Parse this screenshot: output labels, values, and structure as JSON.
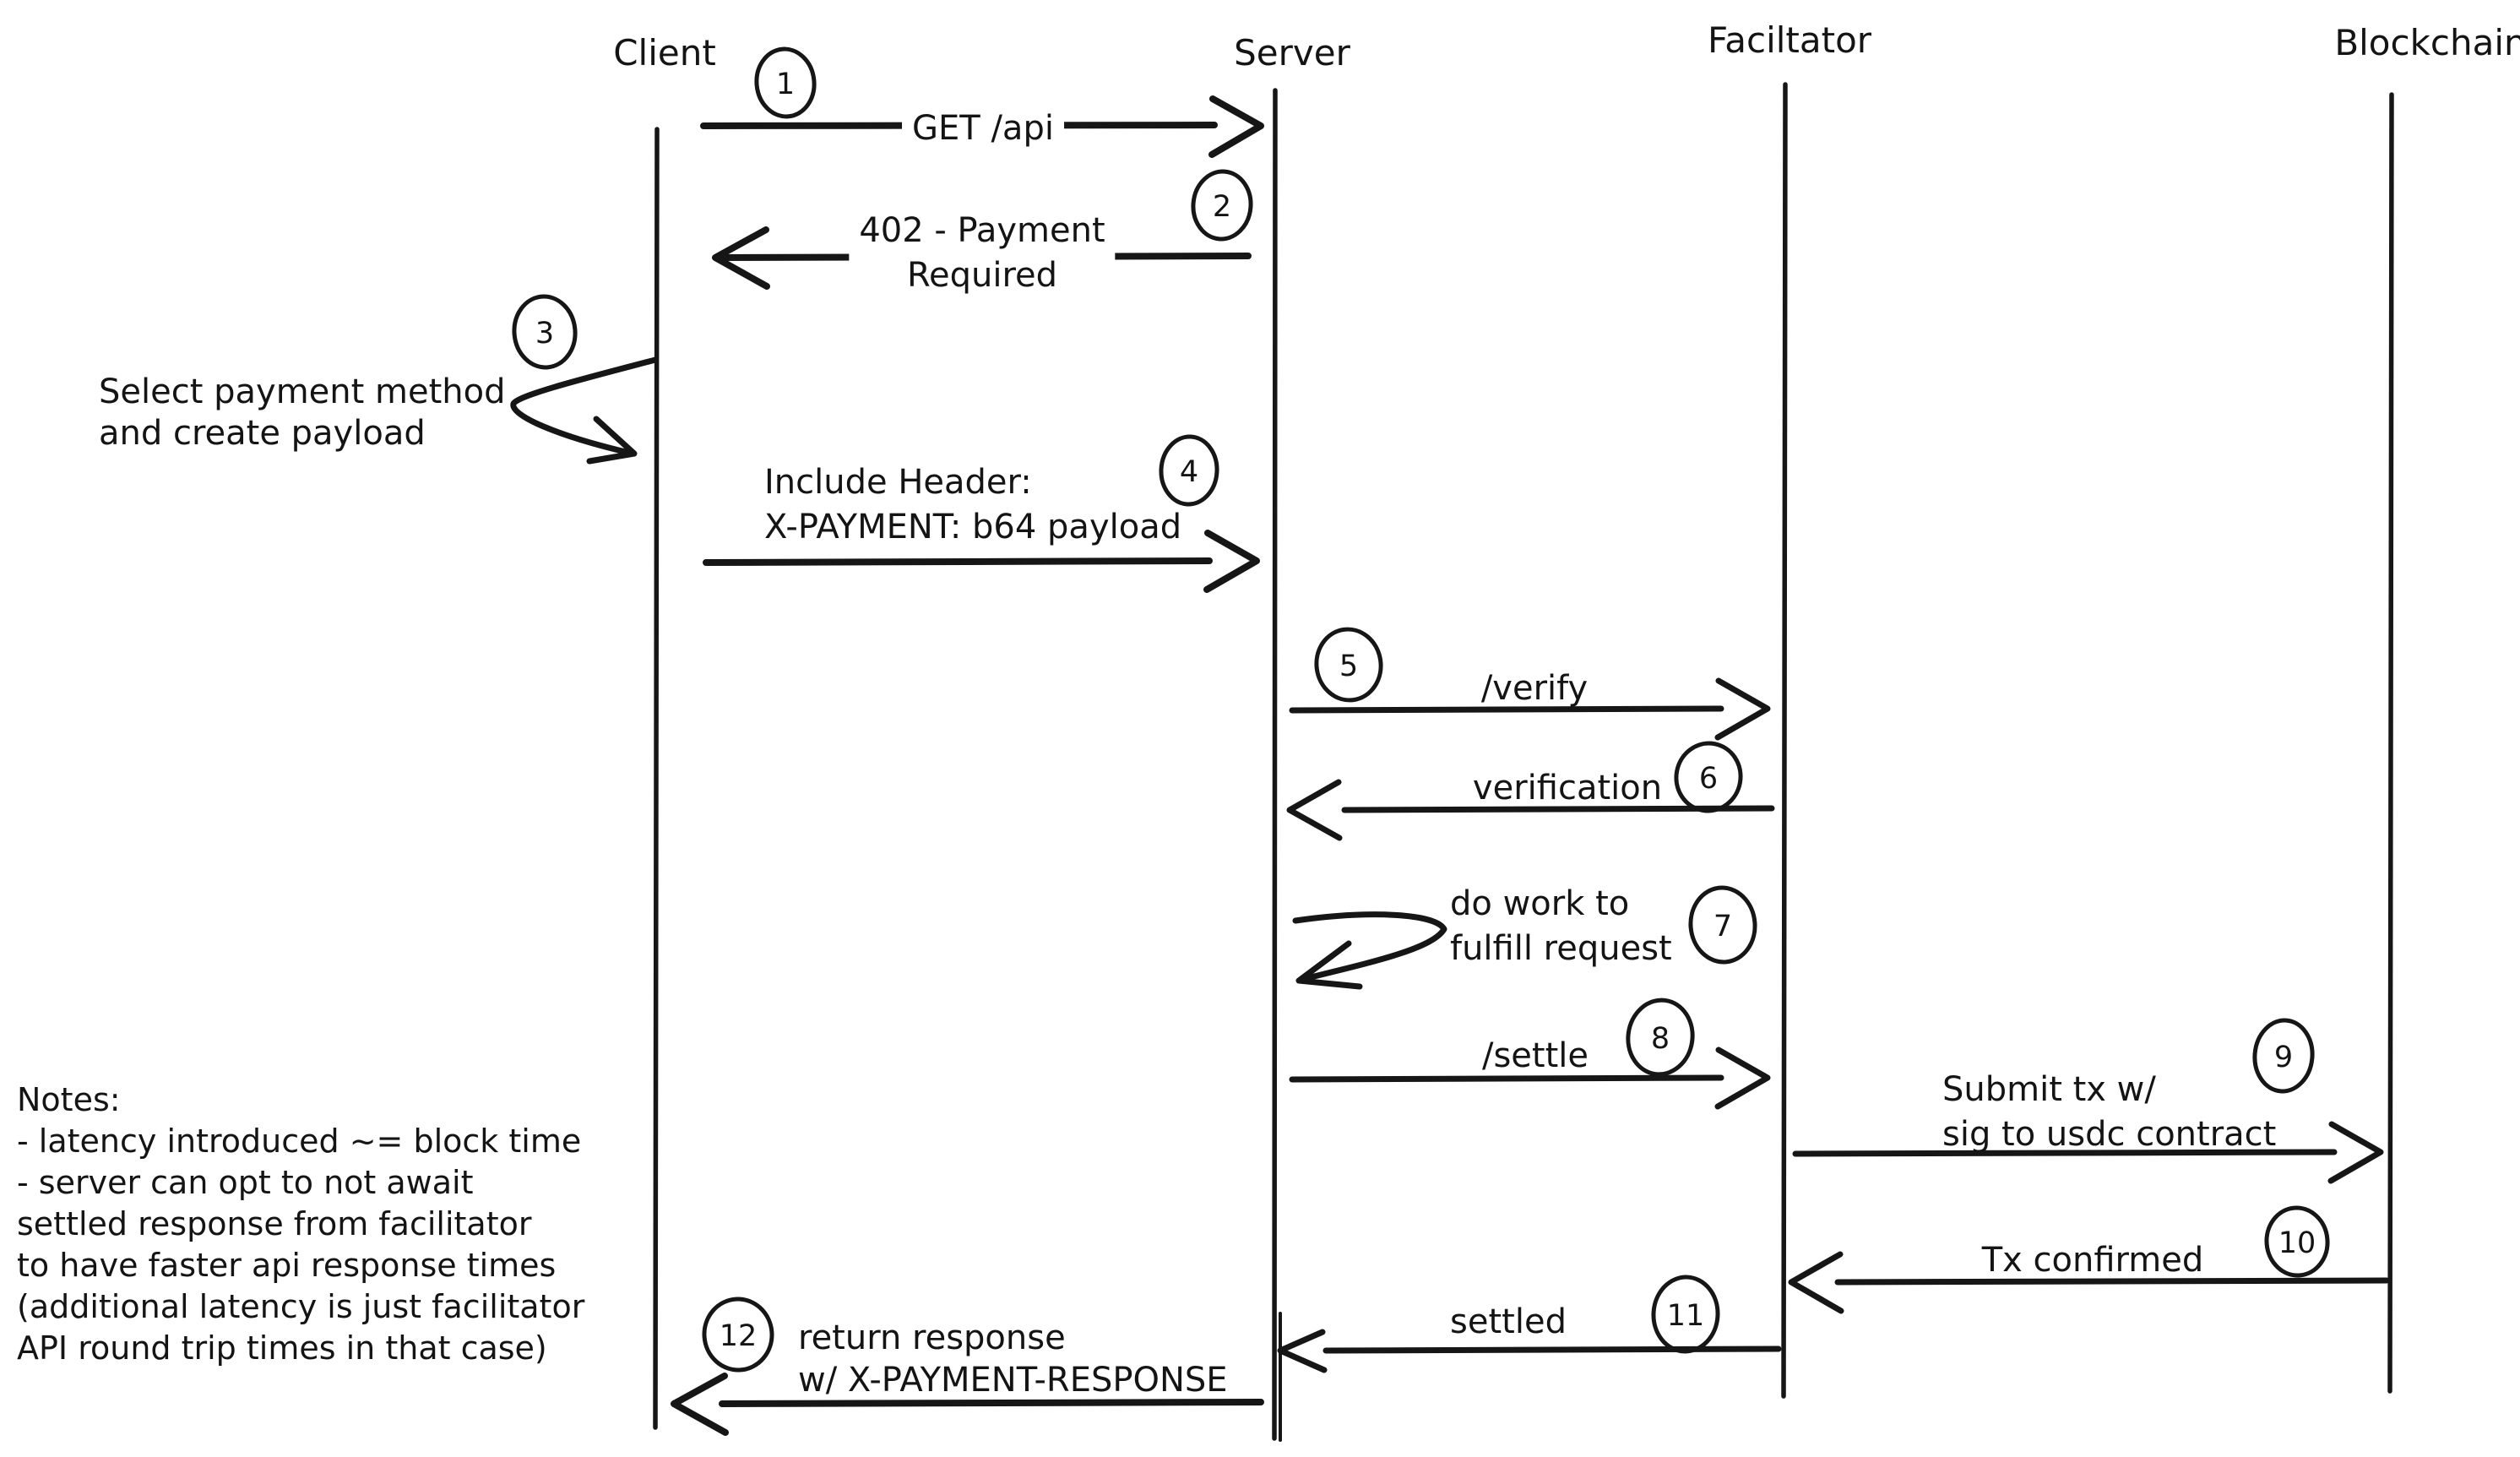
{
  "actors": [
    {
      "name": "Client"
    },
    {
      "name": "Server"
    },
    {
      "name": "Faciltator"
    },
    {
      "name": "Blockchain"
    }
  ],
  "steps": [
    {
      "num": "1",
      "lines": [
        "GET /api"
      ]
    },
    {
      "num": "2",
      "lines": [
        "402 - Payment",
        "Required"
      ]
    },
    {
      "num": "3",
      "lines": [
        "Select payment method",
        "and create payload"
      ]
    },
    {
      "num": "4",
      "lines": [
        "Include Header:",
        "X-PAYMENT: b64 payload"
      ]
    },
    {
      "num": "5",
      "lines": [
        "/verify"
      ]
    },
    {
      "num": "6",
      "lines": [
        "verification"
      ]
    },
    {
      "num": "7",
      "lines": [
        "do work to",
        "fulfill request"
      ]
    },
    {
      "num": "8",
      "lines": [
        "/settle"
      ]
    },
    {
      "num": "9",
      "lines": [
        "Submit tx w/",
        "sig to usdc contract"
      ]
    },
    {
      "num": "10",
      "lines": [
        "Tx confirmed"
      ]
    },
    {
      "num": "11",
      "lines": [
        "settled"
      ]
    },
    {
      "num": "12",
      "lines": [
        "return response",
        "w/ X-PAYMENT-RESPONSE"
      ]
    }
  ],
  "notes": {
    "lines": [
      "Notes:",
      "- latency introduced ~= block time",
      "- server can opt to not await",
      "settled response from facilitator",
      "to have faster api response times",
      "(additional latency is just facilitator",
      "API round trip times in that case)"
    ]
  },
  "colors": {
    "ink": "#141414",
    "background": "#ffffff"
  }
}
